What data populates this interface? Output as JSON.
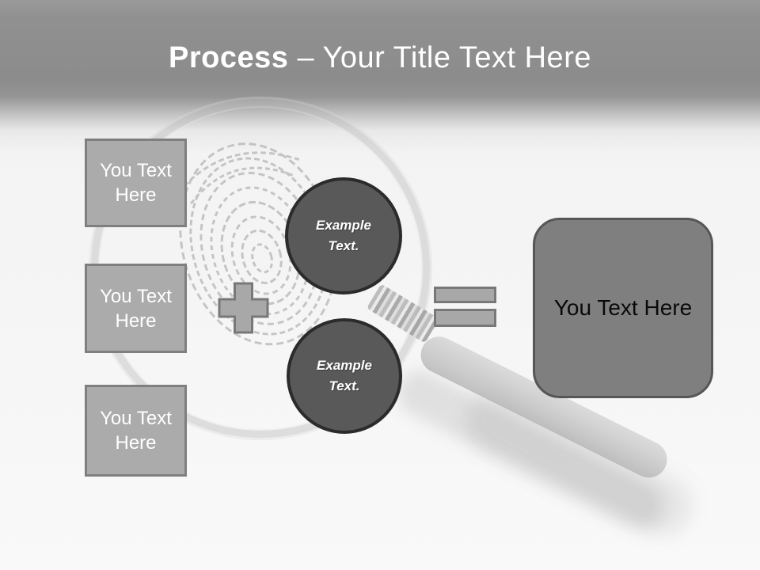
{
  "title": {
    "bold": "Process",
    "rest": " – Your Title Text Here"
  },
  "left_boxes": [
    {
      "label": "You Text Here"
    },
    {
      "label": "You Text Here"
    },
    {
      "label": "You Text Here"
    }
  ],
  "circles": [
    {
      "label": "Example Text."
    },
    {
      "label": "Example Text."
    }
  ],
  "result_box": {
    "label": "You Text Here"
  },
  "icons": {
    "plus": "plus-shape",
    "equals": "equals-shape",
    "magnifier": "magnifying-glass-watermark",
    "fingerprint": "fingerprint-watermark"
  },
  "colors": {
    "title_color": "#ffffff",
    "box_fill": "#ababab",
    "box_border": "#7f7f7f",
    "box_text": "#ffffff",
    "circle_fill": "#595959",
    "circle_border": "#2b2b2b",
    "circle_text": "#ffffff",
    "operator_fill": "#a8a8a8",
    "operator_border": "#787878",
    "result_fill": "#7f7f7f",
    "result_border": "#565656",
    "result_text": "#0a0a0a"
  }
}
